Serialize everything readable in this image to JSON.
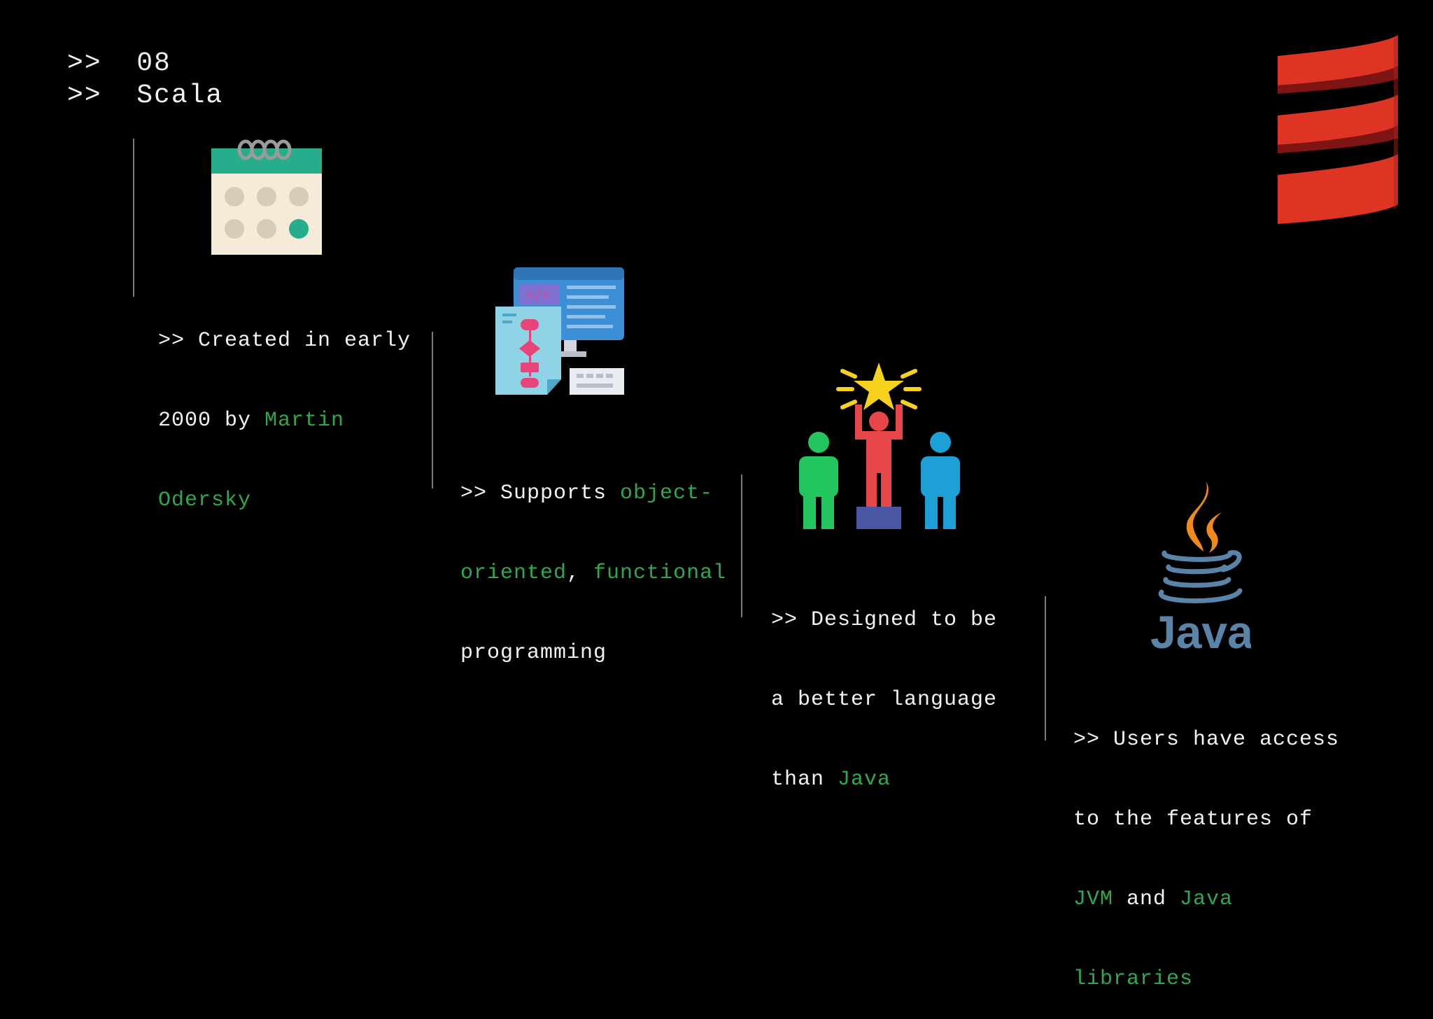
{
  "header": {
    "prefix": ">>",
    "number": "08",
    "title": "Scala"
  },
  "colors": {
    "highlight": "#2fa84f",
    "text": "#f2f2f2",
    "background": "#000000",
    "scala_red": "#de3423"
  },
  "steps": [
    {
      "icon": "calendar-icon",
      "lines": [
        [
          {
            "t": ">> Created in early"
          }
        ],
        [
          {
            "t": "2000 by "
          },
          {
            "t": "Martin",
            "hl": true
          }
        ],
        [
          {
            "t": "Odersky",
            "hl": true
          }
        ]
      ]
    },
    {
      "icon": "code-flowchart-icon",
      "lines": [
        [
          {
            "t": ">> Supports "
          },
          {
            "t": "object-",
            "hl": true
          }
        ],
        [
          {
            "t": "oriented",
            "hl": true
          },
          {
            "t": ", "
          },
          {
            "t": "functional",
            "hl": true
          }
        ],
        [
          {
            "t": "programming"
          }
        ]
      ]
    },
    {
      "icon": "winner-podium-icon",
      "lines": [
        [
          {
            "t": ">> Designed to be"
          }
        ],
        [
          {
            "t": "a better language"
          }
        ],
        [
          {
            "t": "than "
          },
          {
            "t": "Java",
            "hl": true
          }
        ]
      ]
    },
    {
      "icon": "java-logo-icon",
      "lines": [
        [
          {
            "t": ">> Users have access"
          }
        ],
        [
          {
            "t": "to the features of"
          }
        ],
        [
          {
            "t": "JVM",
            "hl": true
          },
          {
            "t": " and "
          },
          {
            "t": "Java",
            "hl": true
          }
        ],
        [
          {
            "t": "libraries",
            "hl": true
          }
        ]
      ]
    }
  ],
  "logos": {
    "scala": "scala-logo-icon",
    "java_wordmark": "Java"
  }
}
